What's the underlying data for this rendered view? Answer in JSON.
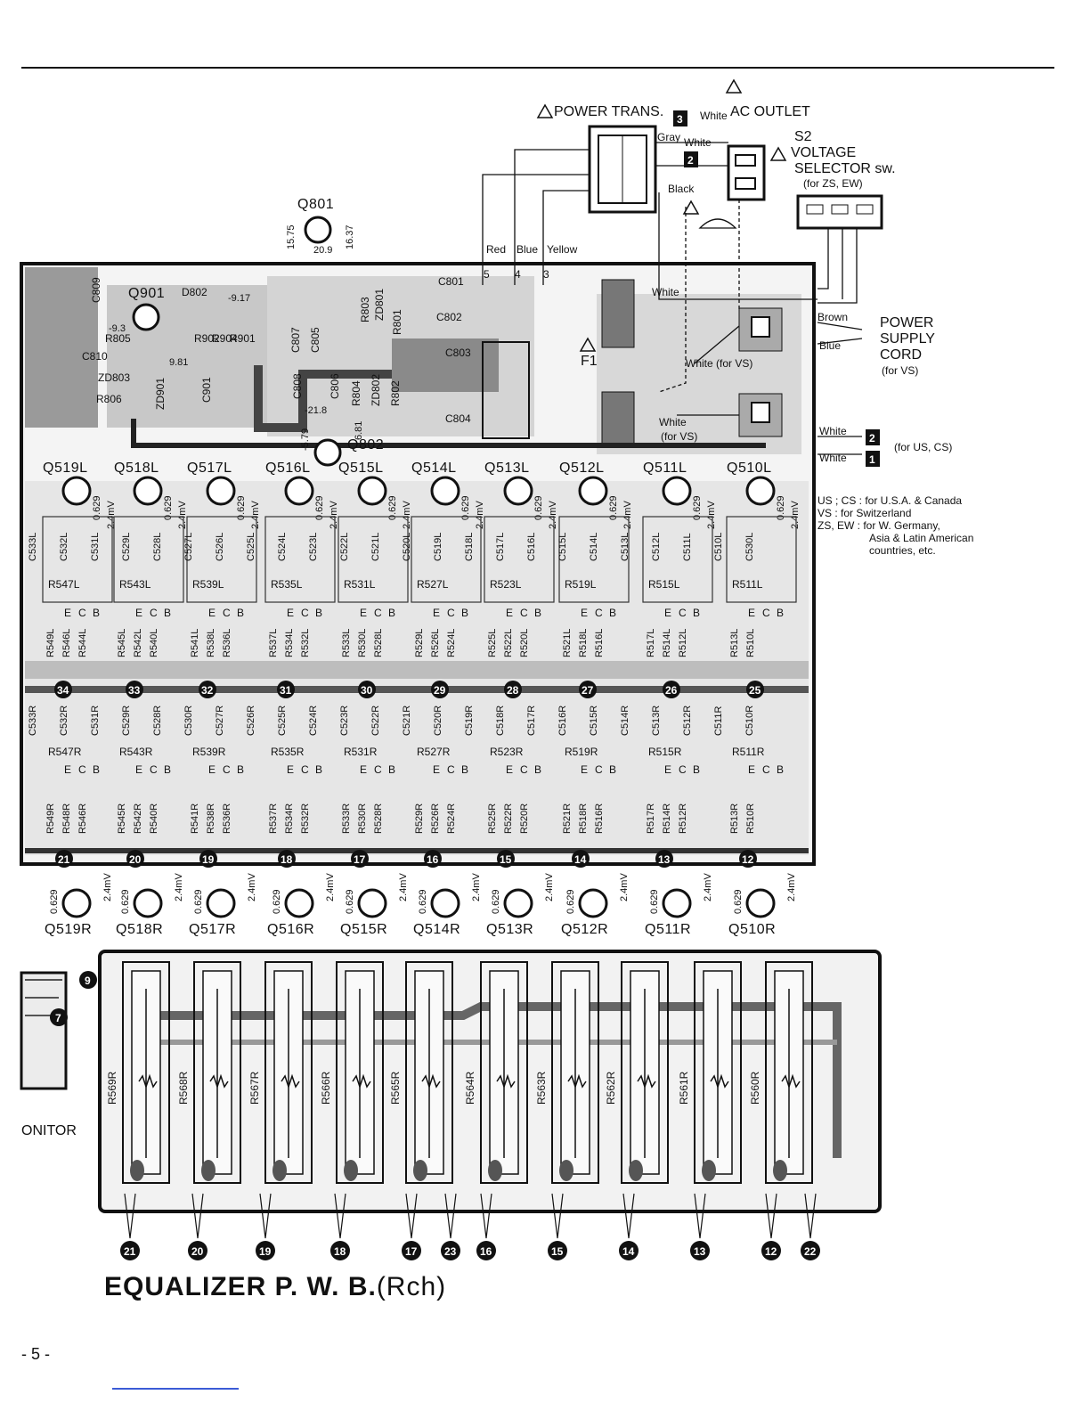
{
  "header": {
    "power_trans": "POWER TRANS.",
    "ac_outlet": "AC OUTLET",
    "s2": "S2",
    "voltage_selector": "VOLTAGE",
    "selector_sw": "SELECTOR sw.",
    "for_zs_ew": "(for ZS, EW)",
    "power_supply": [
      "POWER",
      "SUPPLY",
      "CORD",
      "(for VS)"
    ],
    "f1": "F1",
    "for_us_cs": "(for US, CS)",
    "wire_labels": {
      "white_top": "White",
      "gray": "Gray",
      "white2": "White",
      "black": "Black",
      "red": "Red",
      "blue": "Blue",
      "yellow": "Yellow",
      "brown": "Brown",
      "blue2": "Blue",
      "white_vs": "White (for VS)",
      "white_vs2": "White",
      "for_vs": "(for VS)",
      "white_us1": "White",
      "white_us2": "White",
      "white_f": "White"
    },
    "terminals": [
      "5",
      "4",
      "3"
    ]
  },
  "legend": {
    "lines": [
      "US ; CS : for U.S.A. & Canada",
      "VS : for Switzerland",
      "ZS, EW : for W. Germany,",
      "Asia & Latin American",
      "countries, etc."
    ]
  },
  "power_section": {
    "q801": "Q801",
    "q802": "Q802",
    "q901": "Q901",
    "volts": [
      "15.75",
      "20.9",
      "16.37",
      "-9.17",
      "-9.3",
      "9.81",
      "-21.8",
      "-5.79",
      "6.81"
    ],
    "parts": [
      "C809",
      "D802",
      "R902",
      "R904",
      "R901",
      "R805",
      "C810",
      "ZD803",
      "R806",
      "ZD901",
      "C901",
      "C807",
      "C805",
      "R803",
      "ZD801",
      "R801",
      "C801",
      "C802",
      "C803",
      "C804",
      "C808",
      "C806",
      "R804",
      "ZD802",
      "R802",
      "C801"
    ]
  },
  "transistors_L": [
    "Q519L",
    "Q518L",
    "Q517L",
    "Q516L",
    "Q515L",
    "Q514L",
    "Q513L",
    "Q512L",
    "Q511L",
    "Q510L"
  ],
  "transistors_R": [
    "Q519R",
    "Q518R",
    "Q517R",
    "Q516R",
    "Q515R",
    "Q514R",
    "Q513R",
    "Q512R",
    "Q511R",
    "Q510R"
  ],
  "voltages": {
    "a": "0.629",
    "b": "2.4mV"
  },
  "resistors_L": [
    "R547L",
    "R543L",
    "R539L",
    "R535L",
    "R531L",
    "R527L",
    "R523L",
    "R519L",
    "R515L",
    "R511L"
  ],
  "resistors_R": [
    "R547R",
    "R543R",
    "R539R",
    "R535R",
    "R531R",
    "R527R",
    "R523R",
    "R519R",
    "R515R",
    "R511R"
  ],
  "caps_L": [
    "C533L",
    "C532L",
    "C531L",
    "C529L",
    "C528L",
    "C527L",
    "C526L",
    "C525L",
    "C524L",
    "C523L",
    "C522L",
    "C521L",
    "C520L",
    "C519L",
    "C518L",
    "C517L",
    "C516L",
    "C515L",
    "C514L",
    "C513L",
    "C512L",
    "C511L",
    "C510L",
    "C530L"
  ],
  "caps_R": [
    "C533R",
    "C532R",
    "C531R",
    "C529R",
    "C528R",
    "C530R",
    "C527R",
    "C526R",
    "C525R",
    "C524R",
    "C523R",
    "C522R",
    "C521R",
    "C520R",
    "C519R",
    "C518R",
    "C517R",
    "C516R",
    "C515R",
    "C514R",
    "C513R",
    "C512R",
    "C511R",
    "C510R"
  ],
  "mid_res_L": [
    "R549L",
    "R546L",
    "R544L",
    "R545L",
    "R542L",
    "R540L",
    "R541L",
    "R538L",
    "R536L",
    "R537L",
    "R534L",
    "R532L",
    "R533L",
    "R530L",
    "R528L",
    "R529L",
    "R526L",
    "R524L",
    "R525L",
    "R522L",
    "R520L",
    "R521L",
    "R518L",
    "R516L",
    "R517L",
    "R514L",
    "R512L",
    "R513L",
    "R510L"
  ],
  "mid_res_R": [
    "R549R",
    "R548R",
    "R546R",
    "R545R",
    "R542R",
    "R540R",
    "R541R",
    "R538R",
    "R536R",
    "R537R",
    "R534R",
    "R532R",
    "R533R",
    "R530R",
    "R528R",
    "R529R",
    "R526R",
    "R524R",
    "R525R",
    "R522R",
    "R520R",
    "R521R",
    "R518R",
    "R516R",
    "R517R",
    "R514R",
    "R512R",
    "R513R",
    "R510R"
  ],
  "ecb": [
    "E",
    "C",
    "B"
  ],
  "numbers_mid": [
    "34",
    "33",
    "32",
    "31",
    "30",
    "29",
    "28",
    "27",
    "26",
    "25"
  ],
  "numbers_low": [
    "21",
    "20",
    "19",
    "18",
    "17",
    "16",
    "15",
    "14",
    "13",
    "12"
  ],
  "slider_res": [
    "R569R",
    "R568R",
    "R567R",
    "R566R",
    "R565R",
    "R564R",
    "R563R",
    "R562R",
    "R561R",
    "R560R"
  ],
  "bottom_numbers": [
    "21",
    "20",
    "19",
    "18",
    "17",
    "23",
    "16",
    "15",
    "14",
    "13",
    "12",
    "22"
  ],
  "side_numbers": [
    "9",
    "7"
  ],
  "monitor": "ONITOR",
  "conn_numbers": [
    "3",
    "2",
    "2",
    "1"
  ],
  "title": "EQUALIZER P. W. B.",
  "title_suffix": "(Rch)",
  "page_number": "- 5 -",
  "warning_symbol": "⚠"
}
